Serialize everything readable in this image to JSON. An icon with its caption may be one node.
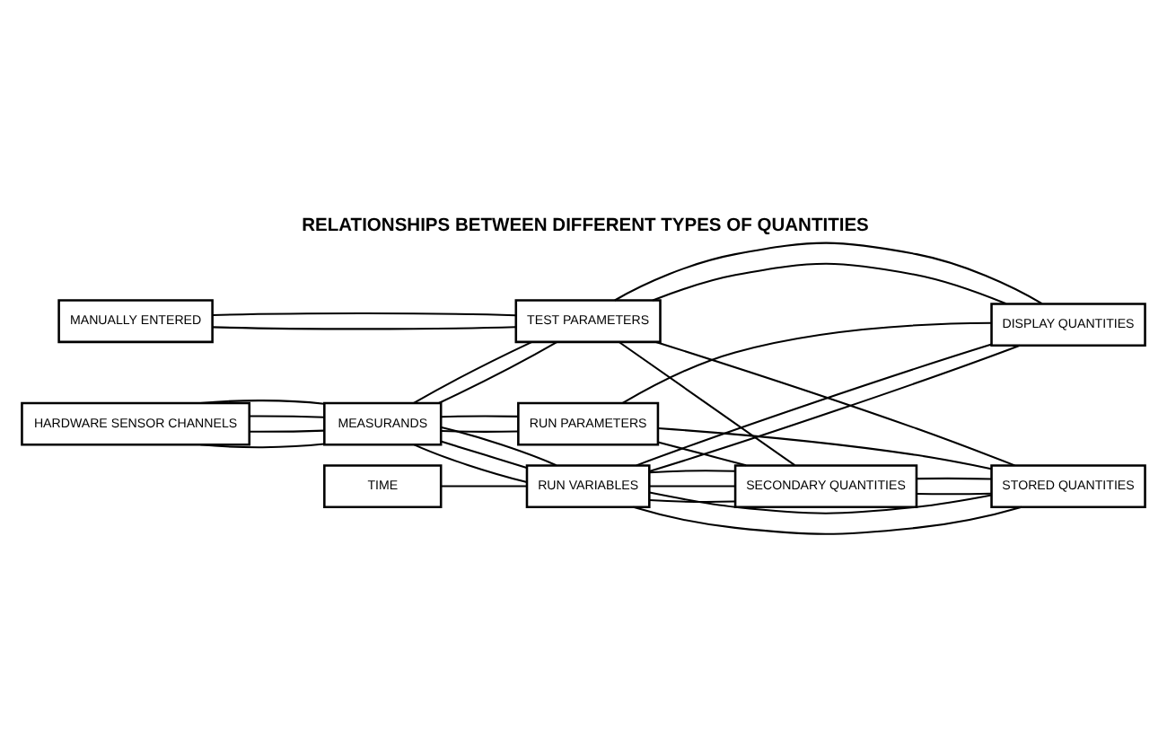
{
  "diagram": {
    "title": "RELATIONSHIPS BETWEEN DIFFERENT TYPES OF QUANTITIES",
    "nodes": [
      {
        "text": [
          "HARDWARE SENSOR CHANNELS"
        ]
      },
      {
        "text": [
          "MEASURANDS"
        ]
      },
      {
        "text": [
          "TIME"
        ]
      },
      {
        "text": [
          "RUN VARIABLES"
        ]
      },
      {
        "text": [
          "RUN PARAMETERS"
        ]
      },
      {
        "text": [
          "MANUALLY ENTERED"
        ]
      },
      {
        "text": [
          "TEST PARAMETERS"
        ]
      },
      {
        "text": [
          "SECONDARY QUANTITIES"
        ]
      },
      {
        "text": [
          "DISPLAY QUANTITIES"
        ]
      },
      {
        "text": [
          "STORED QUANTITIES"
        ]
      }
    ],
    "edges": [
      {
        "from": 0,
        "to": 1,
        "arrow": "none"
      },
      {
        "from": 0,
        "to": 1,
        "arrow": "none"
      },
      {
        "from": 0,
        "to": 1,
        "arrow": "none"
      },
      {
        "from": 0,
        "to": 1,
        "arrow": "none"
      },
      {
        "from": 1,
        "to": 3,
        "arrow": "none"
      },
      {
        "from": 1,
        "to": 3,
        "arrow": "none"
      },
      {
        "from": 1,
        "to": 3,
        "arrow": "none"
      },
      {
        "from": 2,
        "to": 3,
        "arrow": "none"
      },
      {
        "from": 1,
        "to": 4,
        "arrow": "none"
      },
      {
        "from": 1,
        "to": 4,
        "arrow": "none"
      },
      {
        "from": 1,
        "to": 6,
        "arrow": "none"
      },
      {
        "from": 1,
        "to": 6,
        "arrow": "none"
      },
      {
        "from": 5,
        "to": 6,
        "arrow": "none"
      },
      {
        "from": 5,
        "to": 6,
        "arrow": "none"
      },
      {
        "from": 3,
        "to": 8,
        "arrow": "none"
      },
      {
        "from": 3,
        "to": 8,
        "arrow": "none"
      },
      {
        "from": 3,
        "to": 7,
        "arrow": "none"
      },
      {
        "from": 3,
        "to": 7,
        "arrow": "none"
      },
      {
        "from": 3,
        "to": 7,
        "arrow": "none"
      },
      {
        "from": 3,
        "to": 9,
        "arrow": "none"
      },
      {
        "from": 3,
        "to": 9,
        "arrow": "none"
      },
      {
        "from": 4,
        "to": 8,
        "arrow": "none"
      },
      {
        "from": 4,
        "to": 9,
        "arrow": "none"
      },
      {
        "from": 4,
        "to": 7,
        "arrow": "none"
      },
      {
        "from": 6,
        "to": 8,
        "arrow": "none"
      },
      {
        "from": 6,
        "to": 8,
        "arrow": "none"
      },
      {
        "from": 6,
        "to": 7,
        "arrow": "none"
      },
      {
        "from": 6,
        "to": 9,
        "arrow": "none"
      },
      {
        "from": 7,
        "to": 9,
        "arrow": "none"
      },
      {
        "from": 7,
        "to": 9,
        "arrow": "none"
      }
    ]
  }
}
